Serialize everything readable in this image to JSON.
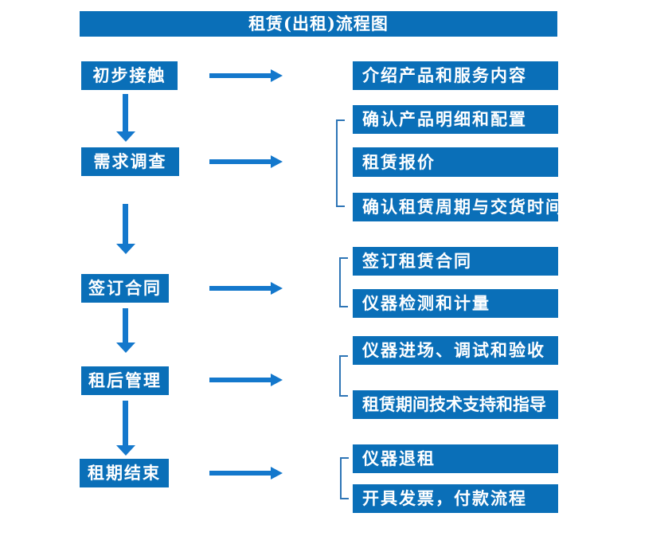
{
  "title": "租赁(出租)流程图",
  "colors": {
    "box": "#0a6fb8",
    "arrow": "#1478cc",
    "bracket": "#2e75b6",
    "text": "#ffffff",
    "bg": "#ffffff"
  },
  "steps": [
    {
      "label": "初步接触",
      "details": [
        "介绍产品和服务内容"
      ]
    },
    {
      "label": "需求调查",
      "details": [
        "确认产品明细和配置",
        "租赁报价",
        "确认租赁周期与交货时间"
      ]
    },
    {
      "label": "签订合同",
      "details": [
        "签订租赁合同",
        "仪器检测和计量"
      ]
    },
    {
      "label": "租后管理",
      "details": [
        "仪器进场、调试和验收",
        "租赁期间技术支持和指导"
      ]
    },
    {
      "label": "租期结束",
      "details": [
        "仪器退租",
        "开具发票，付款流程"
      ]
    }
  ]
}
